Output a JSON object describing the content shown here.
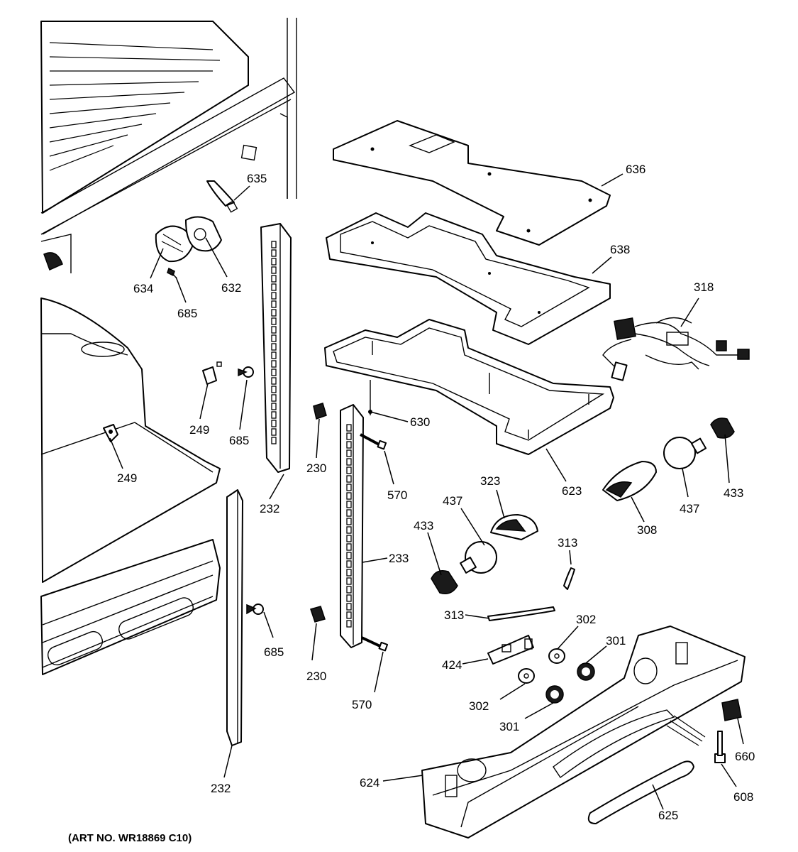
{
  "diagram": {
    "art_number": "(ART NO. WR18869 C10)",
    "callouts": {
      "c636": "636",
      "c635": "635",
      "c638": "638",
      "c318": "318",
      "c634": "634",
      "c632": "632",
      "c685a": "685",
      "c685b": "685",
      "c685c": "685",
      "c249a": "249",
      "c249b": "249",
      "c630": "630",
      "c623": "623",
      "c230a": "230",
      "c230b": "230",
      "c232a": "232",
      "c232b": "232",
      "c570a": "570",
      "c570b": "570",
      "c323": "323",
      "c437a": "437",
      "c437b": "437",
      "c433a": "433",
      "c433b": "433",
      "c308": "308",
      "c313a": "313",
      "c313b": "313",
      "c233": "233",
      "c302a": "302",
      "c302b": "302",
      "c301a": "301",
      "c301b": "301",
      "c424": "424",
      "c660": "660",
      "c624": "624",
      "c608": "608",
      "c625": "625"
    }
  }
}
